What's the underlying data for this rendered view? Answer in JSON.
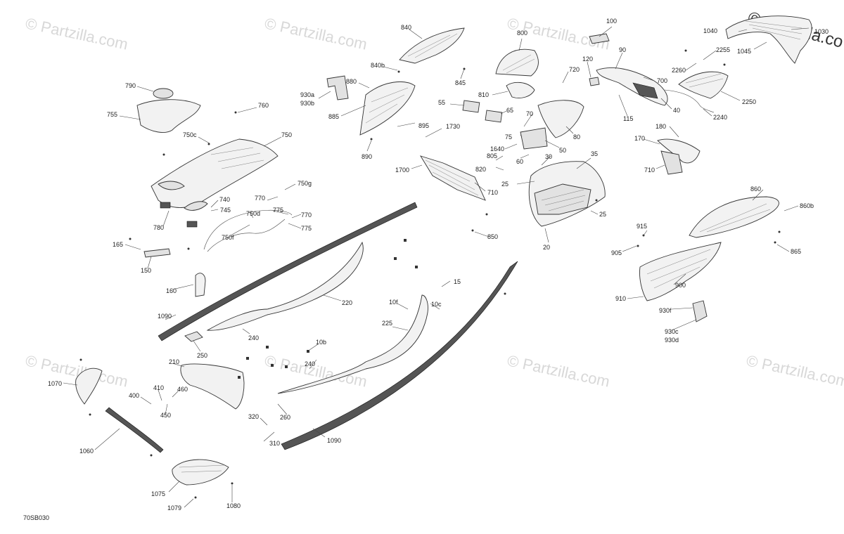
{
  "diagram_code": "70SB030",
  "watermark": {
    "text": "© Partzilla.com",
    "corner_text": "© partzilla.co"
  },
  "callouts": [
    "100",
    "1030",
    "1040",
    "1045",
    "840",
    "800",
    "840b",
    "845",
    "880",
    "930a",
    "930b",
    "885",
    "890",
    "790",
    "755",
    "760",
    "750c",
    "750",
    "810",
    "55",
    "65",
    "70",
    "75",
    "895",
    "1730",
    "720",
    "120",
    "90",
    "2255",
    "2260",
    "700",
    "40",
    "2250",
    "2240",
    "115",
    "80",
    "50",
    "1640",
    "805",
    "820",
    "60",
    "30",
    "35",
    "25",
    "180",
    "170",
    "710",
    "1700",
    "750g",
    "740",
    "770",
    "745",
    "775",
    "750d",
    "780",
    "750f",
    "850",
    "20",
    "860",
    "860b",
    "915",
    "905",
    "865",
    "165",
    "150",
    "160",
    "220",
    "1090",
    "10f",
    "10c",
    "15",
    "225",
    "900",
    "910",
    "930f",
    "930c",
    "930d",
    "250",
    "240",
    "10b",
    "210",
    "1070",
    "400",
    "410",
    "460",
    "450",
    "320",
    "310",
    "260",
    "1060",
    "1075",
    "1079",
    "1080"
  ]
}
